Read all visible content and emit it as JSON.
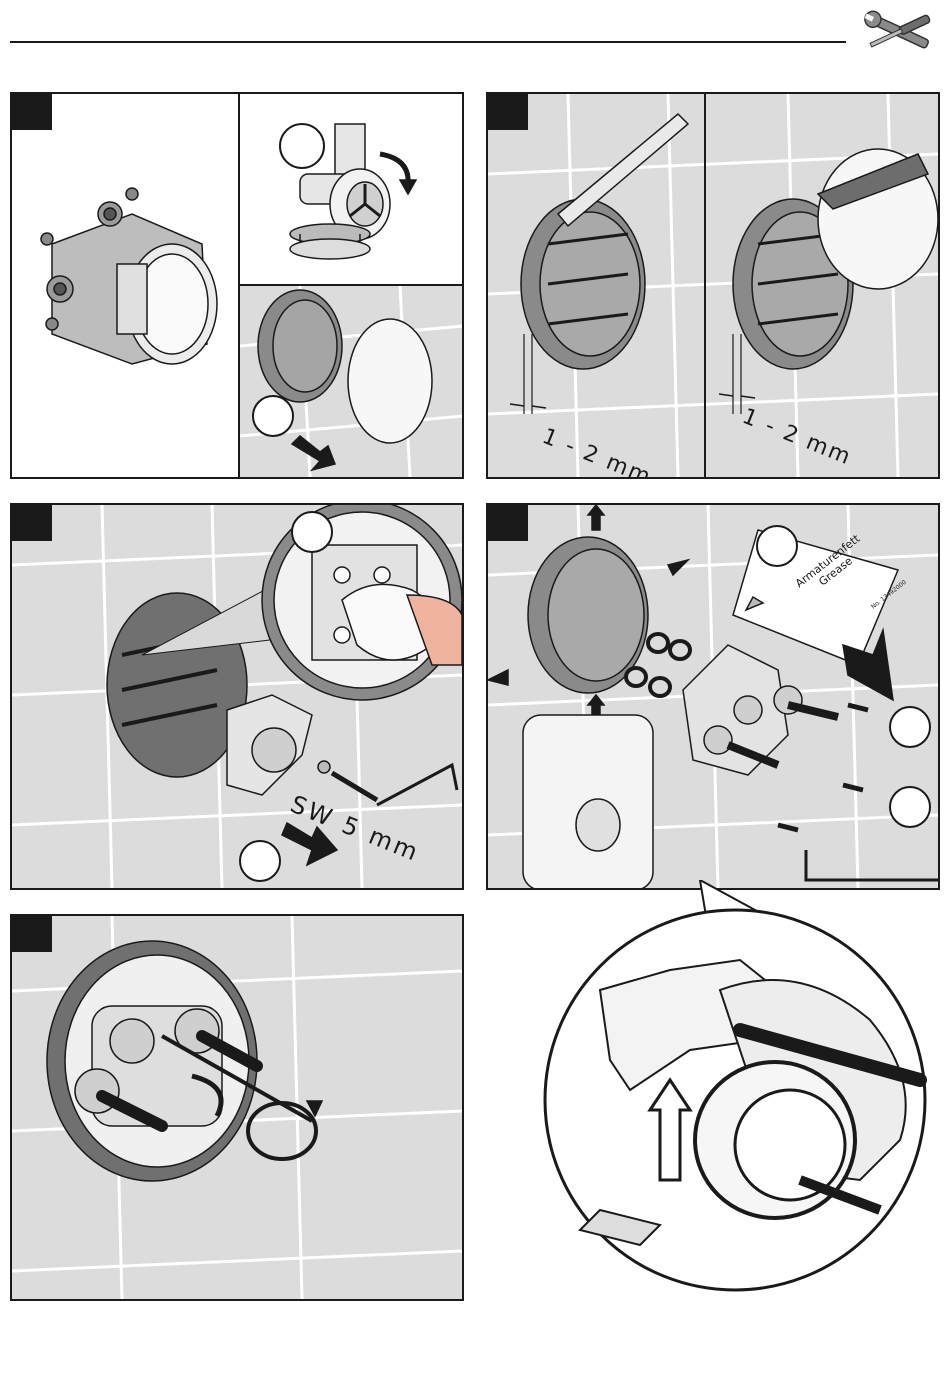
{
  "header": {
    "tool_icon": "wrench-screwdriver-icon"
  },
  "panel2": {
    "gap_left": "1 - 2 mm",
    "gap_right": "1 - 2 mm"
  },
  "panel3": {
    "tool_size": "SW 5 mm"
  },
  "panel4": {
    "grease_line1": "Armaturenfett",
    "grease_line2": "Grease",
    "grease_code": "No. 13492000"
  },
  "colors": {
    "ink": "#1a1a1a",
    "tile": "#dcdcdc",
    "grout": "#ffffff",
    "part_grey": "#8a8a8a"
  }
}
